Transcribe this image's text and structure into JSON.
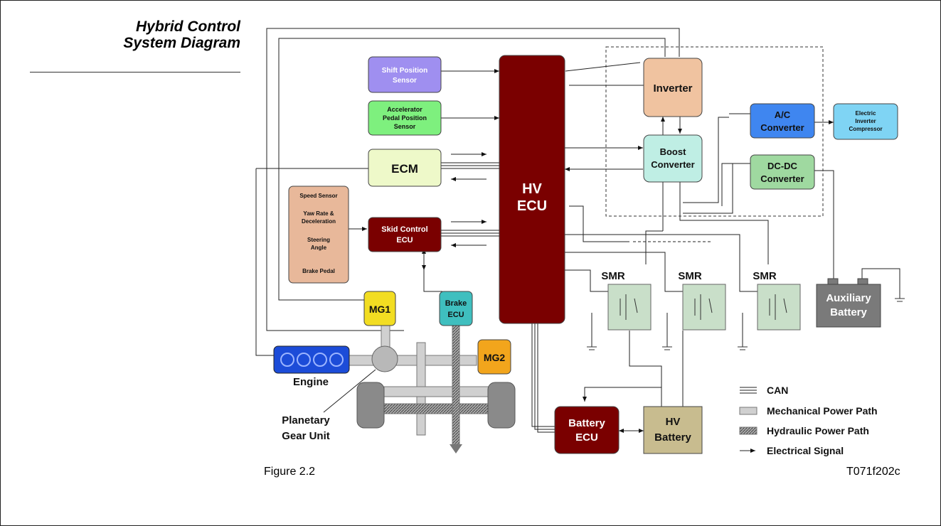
{
  "header": {
    "title_line1": "Hybrid Control",
    "title_line2": "System Diagram"
  },
  "diagram": {
    "shift_sensor": [
      "Shift Position",
      "Sensor"
    ],
    "accel_sensor": [
      "Accelerator",
      "Pedal Position",
      "Sensor"
    ],
    "ecm": "ECM",
    "sensor_list": [
      "Speed Sensor",
      "Yaw Rate &",
      "Deceleration",
      "Steering",
      "Angle",
      "Brake Pedal"
    ],
    "skid_ecu": [
      "Skid Control",
      "ECU"
    ],
    "hv_ecu": [
      "HV",
      "ECU"
    ],
    "inverter": "Inverter",
    "boost": [
      "Boost",
      "Converter"
    ],
    "ac_converter": [
      "A/C",
      "Converter"
    ],
    "compressor": [
      "Electric",
      "Inverter",
      "Compressor"
    ],
    "dcdc": [
      "DC-DC",
      "Converter"
    ],
    "smr": [
      "SMR",
      "SMR",
      "SMR"
    ],
    "aux_battery": [
      "Auxiliary",
      "Battery"
    ],
    "mg1": "MG1",
    "mg2": "MG2",
    "brake_ecu": [
      "Brake",
      "ECU"
    ],
    "engine": "Engine",
    "planetary": [
      "Planetary",
      "Gear Unit"
    ],
    "battery_ecu": [
      "Battery",
      "ECU"
    ],
    "hv_battery": [
      "HV",
      "Battery"
    ],
    "legend": [
      "CAN",
      "Mechanical Power Path",
      "Hydraulic Power Path",
      "Electrical Signal"
    ]
  },
  "figure_label": "Figure 2.2",
  "figure_code": "T071f202c",
  "colors": {
    "dark_red": "#7a0000",
    "purple": "#9f8ff0",
    "green": "#7ef07e",
    "ecm": "#eef9c9",
    "sensor_tan": "#e8b89a",
    "inverter": "#f0c3a0",
    "boost": "#bfeee4",
    "ac": "#3f86f0",
    "compressor": "#7fd4f4",
    "dcdc": "#9fd9a0",
    "smr": "#c9dfc9",
    "aux": "#7a7a7a",
    "mg1": "#f2dd22",
    "mg2": "#f2a51c",
    "brake": "#3fbfbf",
    "engine": "#1c4cd8",
    "hv_battery": "#c8bc8f"
  }
}
